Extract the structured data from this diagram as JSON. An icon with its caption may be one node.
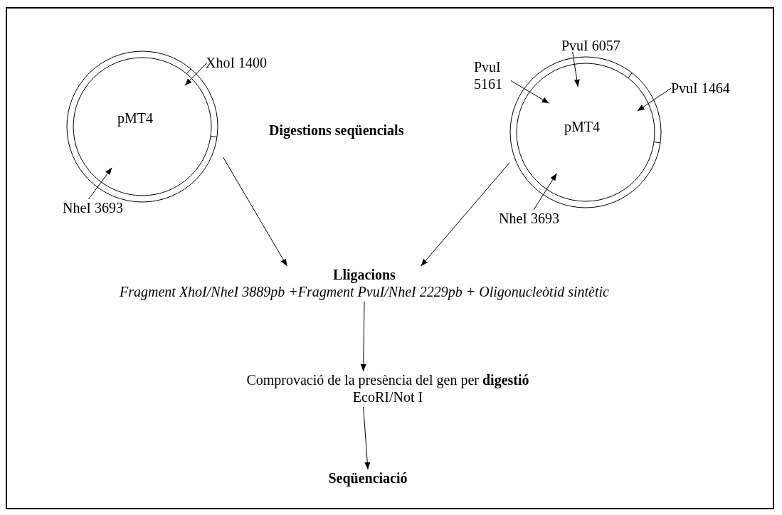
{
  "diagram": {
    "nodes": [
      {
        "text": [
          "pMT4"
        ]
      },
      {
        "text": [
          "XhoI 1400"
        ]
      },
      {
        "text": [
          "NheI 3693"
        ]
      },
      {
        "text": [
          "pMT4"
        ]
      },
      {
        "text": [
          "PvuI 5161"
        ]
      },
      {
        "text": [
          "PvuI 6057"
        ]
      },
      {
        "text": [
          "PvuI 1464"
        ]
      },
      {
        "text": [
          "NheI 3693"
        ]
      },
      {
        "text": [
          "Lligacions",
          "Fragment XhoI/NheI 3889pb +Fragment PvuI/NheI 2229pb + Oligonucleòtid sintètic"
        ]
      },
      {
        "text": [
          "Comprovació de la presència del gen per **digestió**",
          "EcoRI/Not I"
        ]
      },
      {
        "text": [
          "Seqüenciació"
        ]
      }
    ],
    "edges": [
      {
        "from": 1,
        "to": 0,
        "arrow": "to"
      },
      {
        "from": 2,
        "to": 0,
        "arrow": "to"
      },
      {
        "from": 4,
        "to": 3,
        "arrow": "to"
      },
      {
        "from": 5,
        "to": 3,
        "arrow": "to"
      },
      {
        "from": 6,
        "to": 3,
        "arrow": "to"
      },
      {
        "from": 7,
        "to": 3,
        "arrow": "to"
      },
      {
        "from": 0,
        "to": 8,
        "arrow": "to"
      },
      {
        "from": 3,
        "to": 8,
        "arrow": "to"
      },
      {
        "from": 8,
        "to": 9,
        "arrow": "to"
      },
      {
        "from": 9,
        "to": 10,
        "arrow": "to"
      }
    ],
    "labels": [
      "Digestions seqüencials"
    ]
  }
}
